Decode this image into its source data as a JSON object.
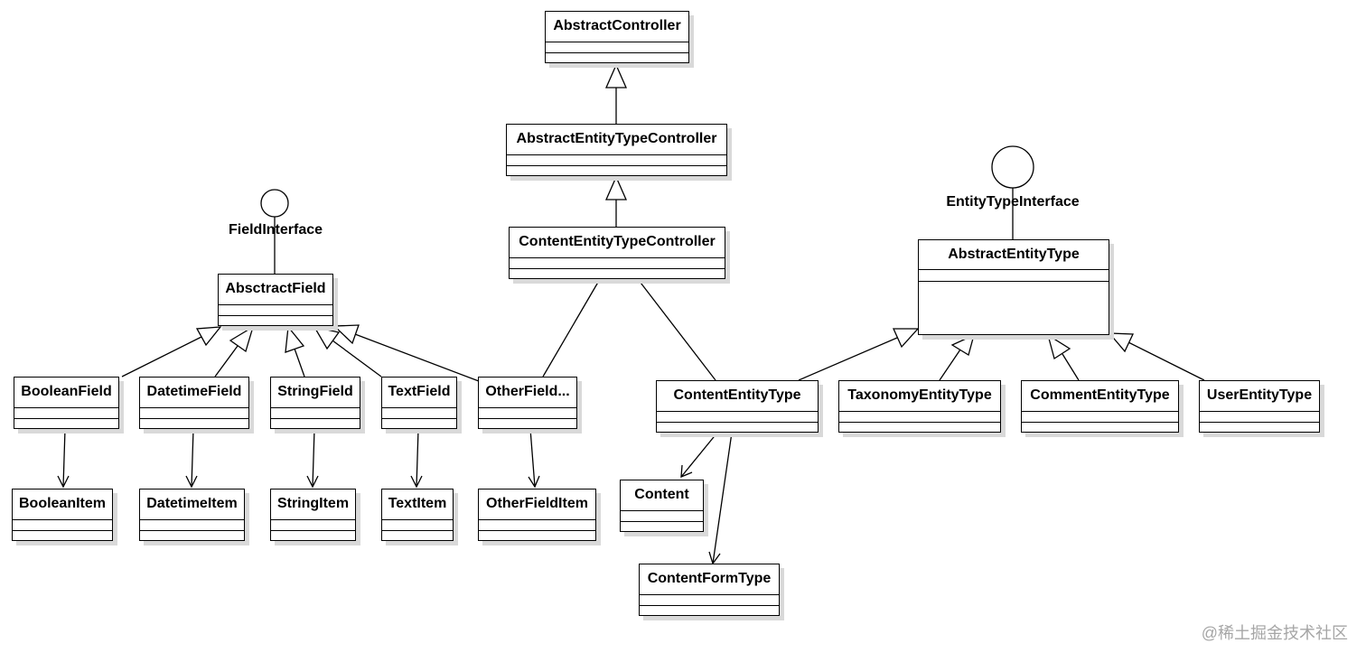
{
  "diagram": {
    "interfaces": {
      "field": "FieldInterface",
      "entity_type": "EntityTypeInterface"
    },
    "classes": {
      "abstract_controller": "AbstractController",
      "abstract_entity_type_controller": "AbstractEntityTypeController",
      "content_entity_type_controller": "ContentEntityTypeController",
      "abstract_field": "AbsctractField",
      "boolean_field": "BooleanField",
      "datetime_field": "DatetimeField",
      "string_field": "StringField",
      "text_field": "TextField",
      "other_field": "OtherField...",
      "boolean_item": "BooleanItem",
      "datetime_item": "DatetimeItem",
      "string_item": "StringItem",
      "text_item": "TextItem",
      "other_field_item": "OtherFieldItem",
      "abstract_entity_type": "AbstractEntityType",
      "content_entity_type": "ContentEntityType",
      "taxonomy_entity_type": "TaxonomyEntityType",
      "comment_entity_type": "CommentEntityType",
      "user_entity_type": "UserEntityType",
      "content": "Content",
      "content_form_type": "ContentFormType"
    },
    "relations": [
      {
        "from": "abstract_entity_type_controller",
        "to": "abstract_controller",
        "kind": "inheritance"
      },
      {
        "from": "content_entity_type_controller",
        "to": "abstract_entity_type_controller",
        "kind": "inheritance"
      },
      {
        "from": "boolean_field",
        "to": "abstract_field",
        "kind": "inheritance"
      },
      {
        "from": "datetime_field",
        "to": "abstract_field",
        "kind": "inheritance"
      },
      {
        "from": "string_field",
        "to": "abstract_field",
        "kind": "inheritance"
      },
      {
        "from": "text_field",
        "to": "abstract_field",
        "kind": "inheritance"
      },
      {
        "from": "other_field",
        "to": "abstract_field",
        "kind": "inheritance"
      },
      {
        "from": "boolean_field",
        "to": "boolean_item",
        "kind": "association"
      },
      {
        "from": "datetime_field",
        "to": "datetime_item",
        "kind": "association"
      },
      {
        "from": "string_field",
        "to": "string_item",
        "kind": "association"
      },
      {
        "from": "text_field",
        "to": "text_item",
        "kind": "association"
      },
      {
        "from": "other_field",
        "to": "other_field_item",
        "kind": "association"
      },
      {
        "from": "content_entity_type_controller",
        "to": "other_field",
        "kind": "link"
      },
      {
        "from": "content_entity_type_controller",
        "to": "content_entity_type",
        "kind": "link"
      },
      {
        "from": "content_entity_type",
        "to": "abstract_entity_type",
        "kind": "inheritance"
      },
      {
        "from": "taxonomy_entity_type",
        "to": "abstract_entity_type",
        "kind": "inheritance"
      },
      {
        "from": "comment_entity_type",
        "to": "abstract_entity_type",
        "kind": "inheritance"
      },
      {
        "from": "user_entity_type",
        "to": "abstract_entity_type",
        "kind": "inheritance"
      },
      {
        "from": "content_entity_type",
        "to": "content",
        "kind": "association"
      },
      {
        "from": "content_entity_type",
        "to": "content_form_type",
        "kind": "association"
      },
      {
        "from": "abstract_field",
        "to": "field_interface",
        "kind": "realization"
      },
      {
        "from": "abstract_entity_type",
        "to": "entity_type_interface",
        "kind": "realization"
      }
    ]
  },
  "watermark": "@稀土掘金技术社区"
}
